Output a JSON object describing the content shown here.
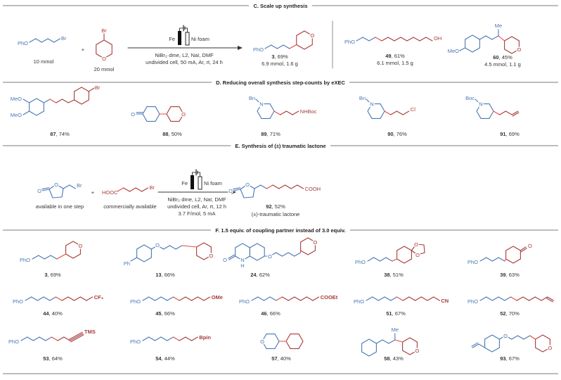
{
  "colors": {
    "reactant_a": "#4a78b5",
    "reactant_b": "#a83a3a",
    "new_bond": "#e8483f",
    "text": "#333333"
  },
  "C": {
    "title": "C. Scale up synthesis",
    "reactant1": {
      "group": "PhO",
      "leaving": "Br",
      "amount": "10 mmol"
    },
    "plus": "+",
    "reactant2": {
      "leaving": "Br",
      "hetero": "O",
      "amount": "20 mmol"
    },
    "conditions": {
      "anode": "Fe",
      "cathode": "Ni foam",
      "line1": "NiBr₂·dme, L2, NaI, DMF",
      "line2": "undivided cell, 50 mA, Ar, rt, 24 h"
    },
    "products": [
      {
        "id": "3",
        "yield": ", 69%",
        "scale": "6.9 mmol, 1.6 g",
        "atoms": [
          "PhO",
          "O"
        ]
      },
      {
        "id": "49",
        "yield": ", 61%",
        "scale": "6.1 mmol, 1.5 g",
        "atoms": [
          "PhO",
          "OH"
        ]
      },
      {
        "id": "60",
        "yield": ", 45%",
        "scale": "4.5 mmol, 1.1 g",
        "atoms": [
          "MeO",
          "Me",
          "O"
        ]
      }
    ]
  },
  "D": {
    "title": "D. Reducing overall synthesis step-counts by eXEC",
    "compounds": [
      {
        "id": "87",
        "yield": ", 74%",
        "atoms": [
          "MeO",
          "MeO",
          "Br"
        ]
      },
      {
        "id": "88",
        "yield": ", 50%",
        "atoms": [
          "O",
          "O"
        ]
      },
      {
        "id": "89",
        "yield": ", 71%",
        "atoms": [
          "Bn",
          "N",
          "NHBoc"
        ]
      },
      {
        "id": "90",
        "yield": ", 76%",
        "atoms": [
          "Bn",
          "N",
          "Cl"
        ]
      },
      {
        "id": "91",
        "yield": ", 69%",
        "atoms": [
          "Boc",
          "N"
        ]
      }
    ]
  },
  "E": {
    "title": "E. Synthesis of (±) traumatic lactone",
    "reactant1": {
      "atoms": [
        "O",
        "O",
        "Br"
      ],
      "note": "available in one step"
    },
    "plus": "+",
    "reactant2": {
      "atoms": [
        "HOOC",
        "Br"
      ],
      "note": "commercially available"
    },
    "conditions": {
      "anode": "Fe",
      "cathode": "Ni foam",
      "line1": "NiBr₂·dme, L2, NaI, DMF",
      "line2": "undivided cell, Ar, rt, 12 h",
      "line3": "3.7 F/mol, 5 mA"
    },
    "product": {
      "id": "92",
      "yield": ", 52%",
      "name": "(±)-traumatic lactone",
      "atoms": [
        "O",
        "O",
        "COOH"
      ]
    }
  },
  "F": {
    "title": "F. 1.5 equiv. of coupling partner instead of 3.0 equiv.",
    "compounds": [
      {
        "id": "3",
        "yield": ", 69%",
        "atoms": [
          "PhO",
          "O"
        ]
      },
      {
        "id": "13",
        "yield": ", 66%",
        "atoms": [
          "Ph",
          "O",
          "O"
        ]
      },
      {
        "id": "24",
        "yield": ", 62%",
        "atoms": [
          "O",
          "N",
          "H",
          "O",
          "O"
        ]
      },
      {
        "id": "38",
        "yield": ", 51%",
        "atoms": [
          "PhO",
          "O",
          "O"
        ]
      },
      {
        "id": "39",
        "yield": ", 63%",
        "atoms": [
          "PhO",
          "O"
        ]
      },
      {
        "id": "44",
        "yield": ", 40%",
        "atoms": [
          "PhO",
          "CF₃"
        ]
      },
      {
        "id": "45",
        "yield": ", 66%",
        "atoms": [
          "PhO",
          "OMe"
        ]
      },
      {
        "id": "46",
        "yield": ", 66%",
        "atoms": [
          "PhO",
          "COOEt"
        ]
      },
      {
        "id": "51",
        "yield": ", 67%",
        "atoms": [
          "PhO",
          "CN"
        ]
      },
      {
        "id": "52",
        "yield": ", 70%",
        "atoms": [
          "PhO"
        ]
      },
      {
        "id": "53",
        "yield": ", 64%",
        "atoms": [
          "PhO",
          "TMS"
        ]
      },
      {
        "id": "54",
        "yield": ", 44%",
        "atoms": [
          "PhO",
          "Bpin"
        ]
      },
      {
        "id": "57",
        "yield": ", 40%",
        "atoms": [
          "O"
        ]
      },
      {
        "id": "58",
        "yield": ", 43%",
        "atoms": [
          "Me",
          "O"
        ]
      },
      {
        "id": "93",
        "yield": ", 67%",
        "atoms": [
          "O",
          "O"
        ]
      }
    ]
  }
}
